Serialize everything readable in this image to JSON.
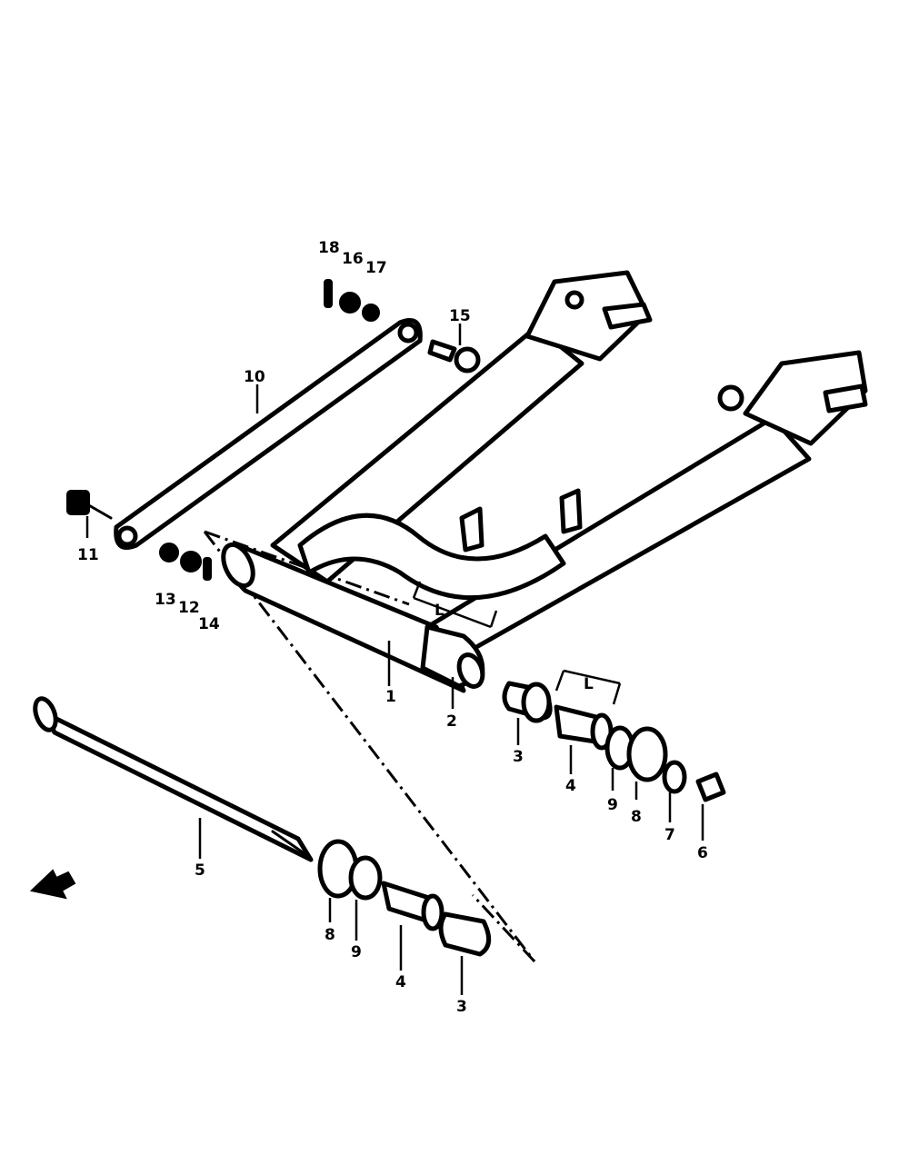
{
  "diagram": {
    "type": "exploded-parts-view",
    "colors": {
      "ink": "#000000",
      "paper": "#ffffff"
    },
    "callouts": [
      {
        "id": "c1",
        "text": "1"
      },
      {
        "id": "c2",
        "text": "2"
      },
      {
        "id": "c3a",
        "text": "3"
      },
      {
        "id": "c3b",
        "text": "3"
      },
      {
        "id": "c4a",
        "text": "4"
      },
      {
        "id": "c4b",
        "text": "4"
      },
      {
        "id": "c5",
        "text": "5"
      },
      {
        "id": "c6",
        "text": "6"
      },
      {
        "id": "c7",
        "text": "7"
      },
      {
        "id": "c8a",
        "text": "8"
      },
      {
        "id": "c8b",
        "text": "8"
      },
      {
        "id": "c9a",
        "text": "9"
      },
      {
        "id": "c9b",
        "text": "9"
      },
      {
        "id": "c10",
        "text": "10"
      },
      {
        "id": "c11",
        "text": "11"
      },
      {
        "id": "c12",
        "text": "12"
      },
      {
        "id": "c13",
        "text": "13"
      },
      {
        "id": "c14",
        "text": "14"
      },
      {
        "id": "c15",
        "text": "15"
      },
      {
        "id": "c16",
        "text": "16"
      },
      {
        "id": "c17",
        "text": "17"
      },
      {
        "id": "c18",
        "text": "18"
      }
    ],
    "dimension_labels": [
      "L",
      "L"
    ],
    "icons": [
      "front-direction-arrow-icon"
    ]
  }
}
